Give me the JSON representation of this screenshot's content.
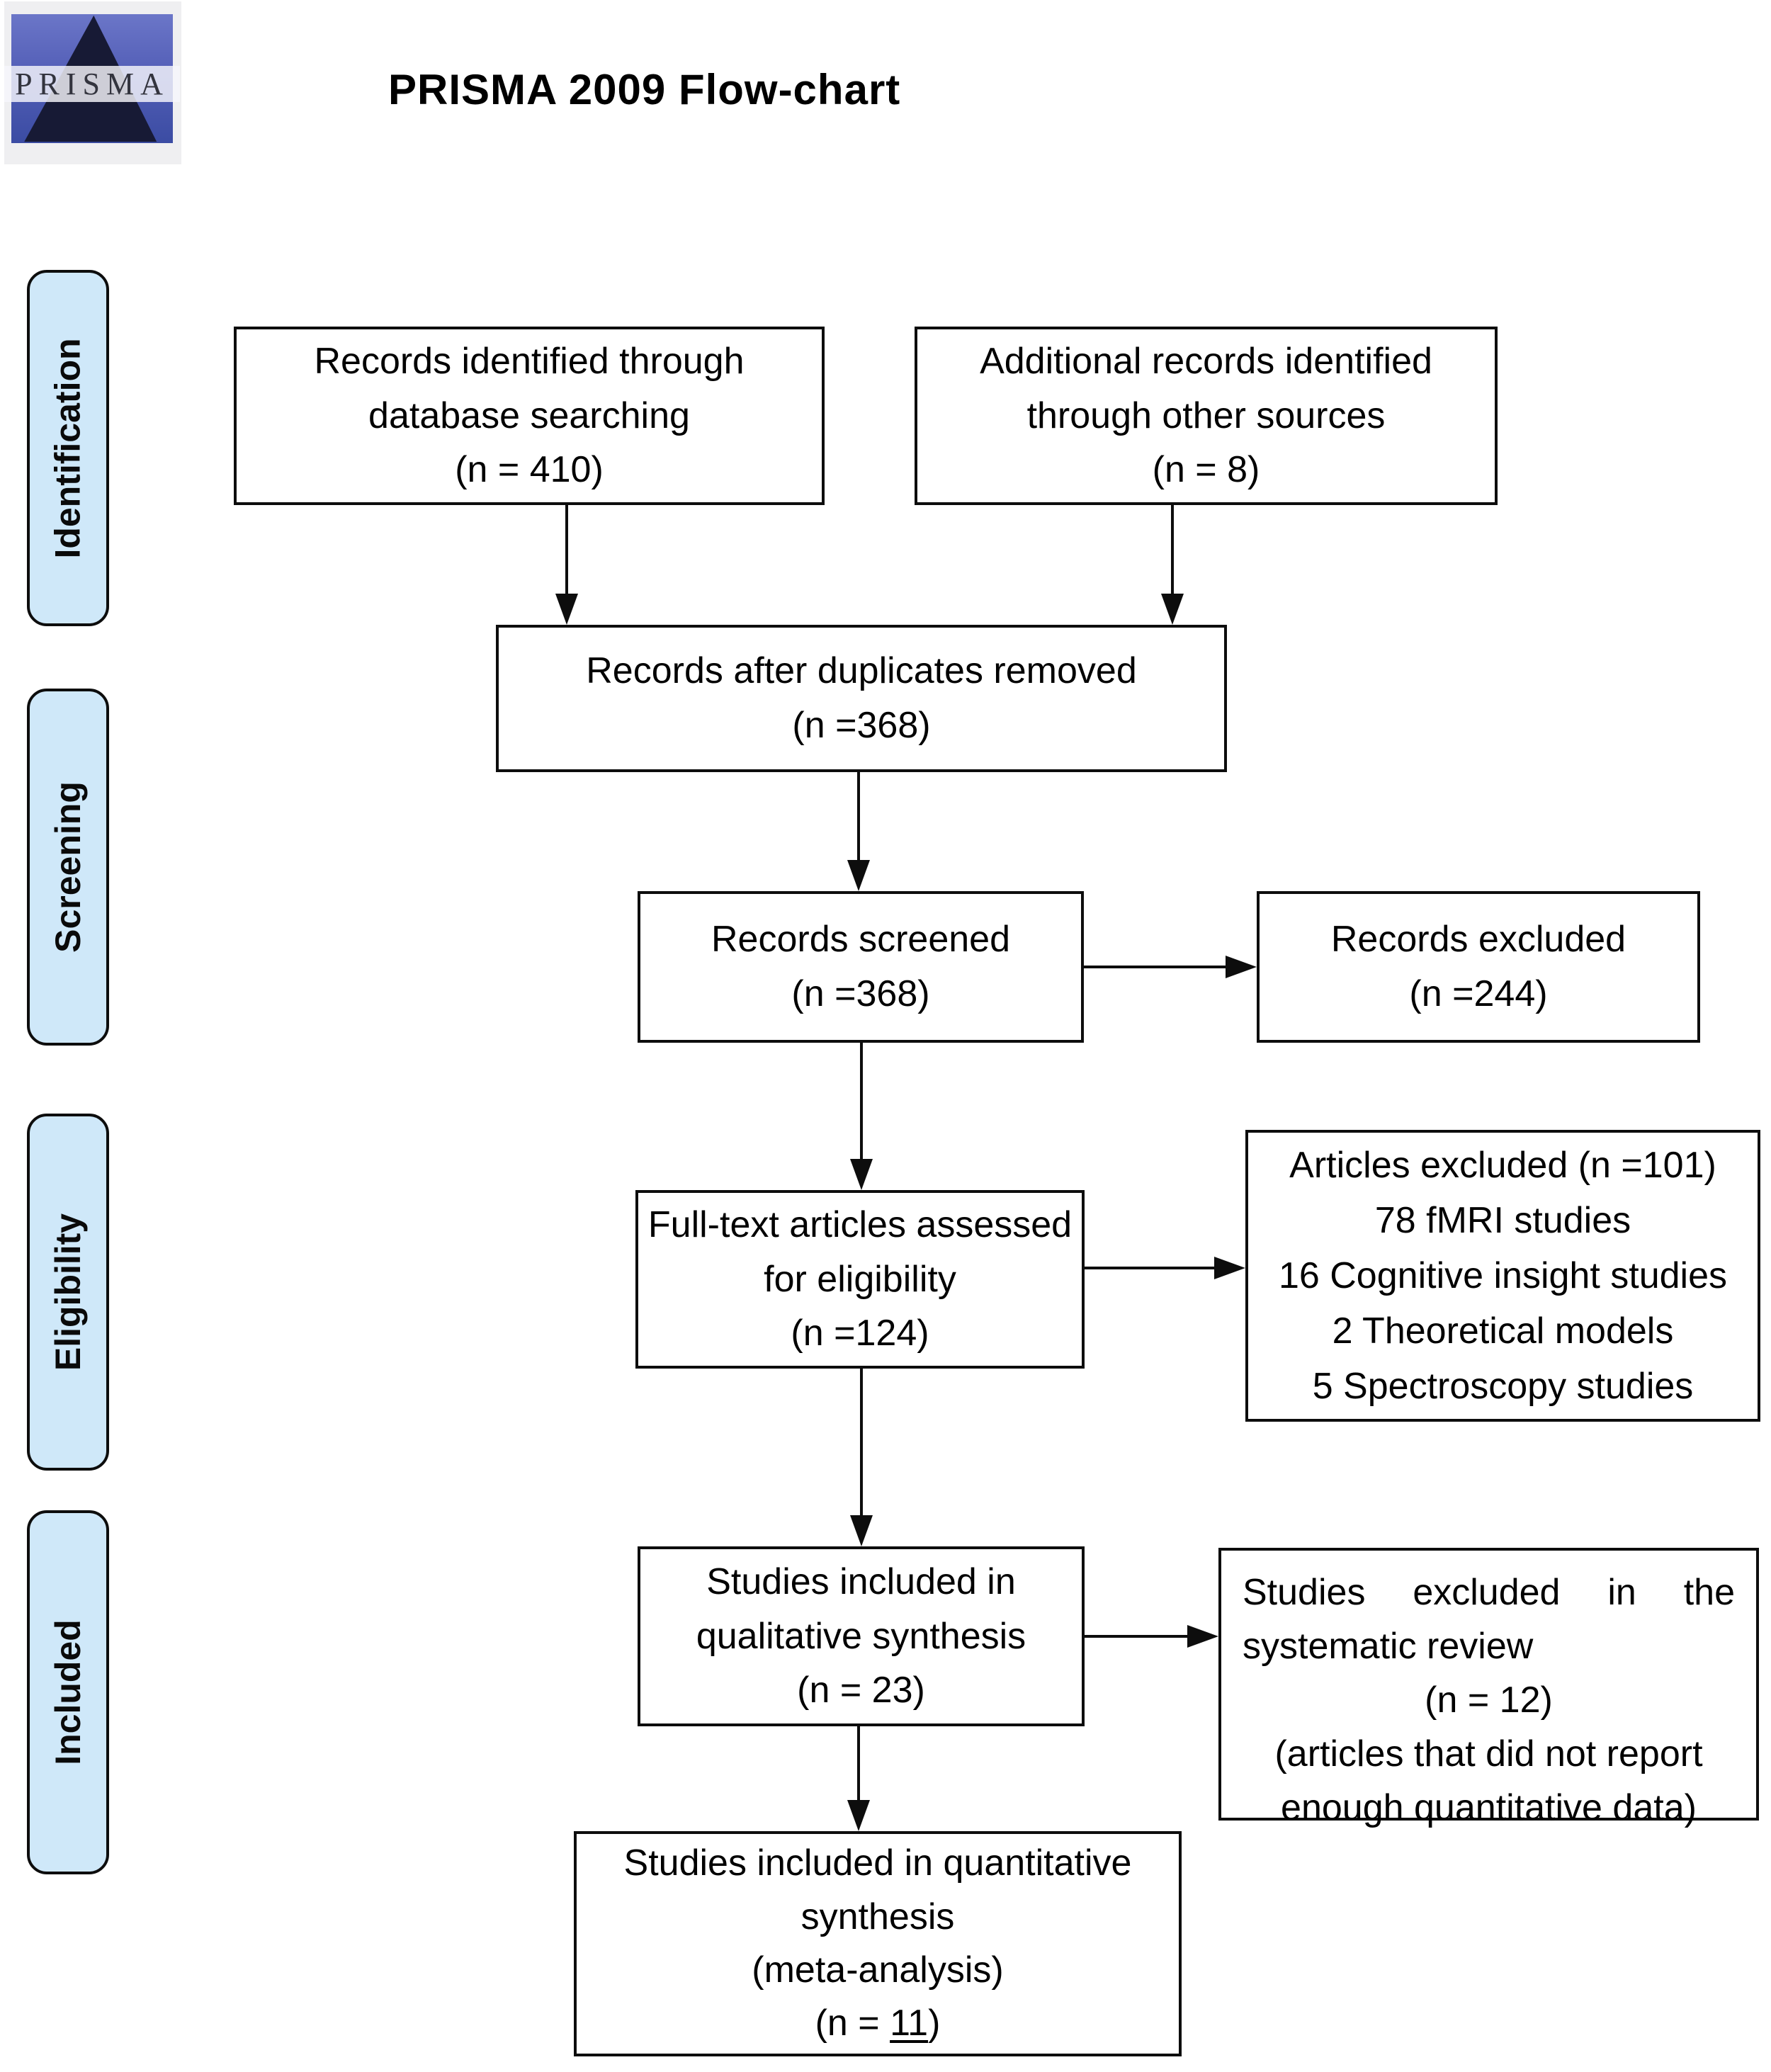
{
  "title": "PRISMA 2009 Flow-chart",
  "logo": {
    "text": "PRISMA"
  },
  "colors": {
    "stage_fill": "#cfe8f9",
    "box_fill": "#ffffff",
    "line_color": "#0d0d0d",
    "logo_blue": "#5560b8",
    "logo_triangle": "#171a35"
  },
  "stages": [
    {
      "label": "Identification"
    },
    {
      "label": "Screening"
    },
    {
      "label": "Eligibility"
    },
    {
      "label": "Included"
    }
  ],
  "boxes": {
    "records_identified": {
      "lines": [
        "Records identified through",
        "database searching",
        "(n = 410)"
      ]
    },
    "additional_records": {
      "lines": [
        "Additional records identified",
        "through other sources",
        "(n = 8)"
      ]
    },
    "after_duplicates": {
      "lines": [
        "Records after duplicates removed",
        "(n =368)"
      ]
    },
    "records_screened": {
      "lines": [
        "Records screened",
        "(n =368)"
      ]
    },
    "records_excluded": {
      "lines": [
        "Records excluded",
        "(n =244)"
      ]
    },
    "fulltext_assessed": {
      "lines": [
        "Full-text articles assessed",
        "for eligibility",
        "(n =124)"
      ]
    },
    "articles_excluded": {
      "lines": [
        "Articles excluded (n =101)",
        "78 fMRI studies",
        "16 Cognitive insight studies",
        "2 Theoretical models",
        "5 Spectroscopy studies"
      ]
    },
    "qualitative_synthesis": {
      "lines": [
        "Studies included in",
        "qualitative synthesis",
        "(n = 23)"
      ]
    },
    "studies_excluded_review": {
      "justified_line": "Studies excluded in the systematic review",
      "lines": [
        "(n = 12)",
        "(articles that did not report",
        "enough quantitative data)"
      ]
    },
    "quantitative_synthesis": {
      "lines": [
        "Studies included in quantitative",
        "synthesis",
        "(meta-analysis)"
      ],
      "n_prefix": "(n = ",
      "n_value": "11",
      "n_suffix": ")"
    }
  }
}
